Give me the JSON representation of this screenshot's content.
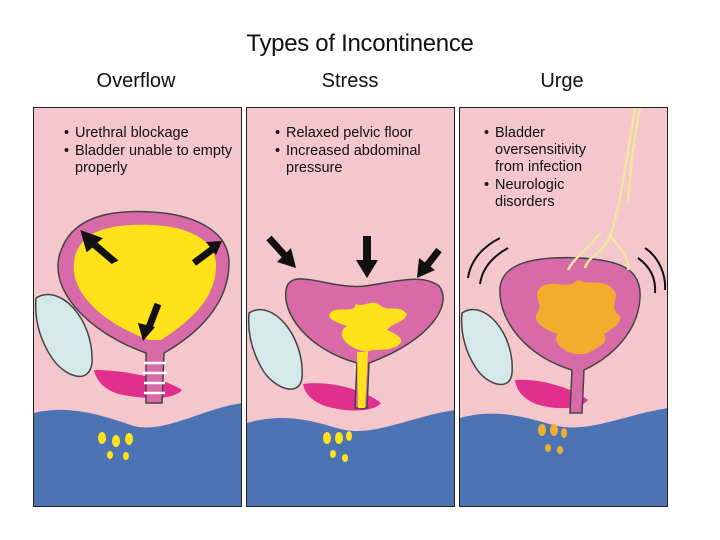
{
  "title": "Types of Incontinence",
  "panels": [
    {
      "name": "Overflow",
      "notes": [
        "Urethral blockage",
        "Bladder unable to empty properly"
      ]
    },
    {
      "name": "Stress",
      "notes": [
        "Relaxed pelvic floor",
        "Increased abdominal pressure"
      ]
    },
    {
      "name": "Urge",
      "notes": [
        "Bladder oversensitivity from infection",
        "Neurologic disorders"
      ]
    }
  ],
  "colors": {
    "background": "#f3c7cc",
    "bladder_wall": "#d96aa8",
    "urine": "#ffe21a",
    "urine_urge": "#f2ad2e",
    "floor": "#4c74b5",
    "bone": "#d5e9ea",
    "muscle": "#e0308b",
    "nerve": "#f2e6a0"
  }
}
